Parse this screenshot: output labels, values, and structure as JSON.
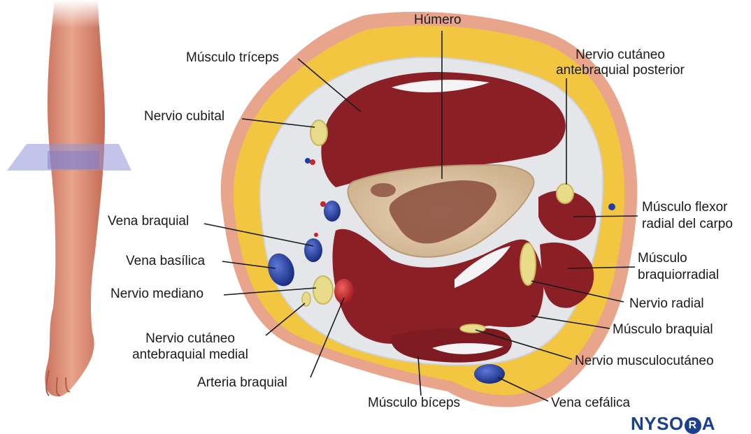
{
  "labels": {
    "humero": "Húmero",
    "triceps": "Músculo tríceps",
    "cutaneo_post_1": "Nervio cutáneo",
    "cutaneo_post_2": "antebraquial posterior",
    "cubital": "Nervio cubital",
    "flexor_1": "Músculo flexor",
    "flexor_2": "radial del carpo",
    "vena_braquial": "Vena braquial",
    "braquiorradial_1": "Músculo",
    "braquiorradial_2": "braquiorradial",
    "vena_basilica": "Vena basílica",
    "mediano": "Nervio mediano",
    "radial": "Nervio radial",
    "cutaneo_med_1": "Nervio cutáneo",
    "cutaneo_med_2": "antebraquial medial",
    "braquial": "Músculo braquial",
    "musculocutaneo": "Nervio musculocutáneo",
    "arteria": "Arteria braquial",
    "biceps": "Músculo bíceps",
    "cefalica": "Vena cefálica"
  },
  "logo": {
    "prefix": "NYSO",
    "ring_letter": "R",
    "suffix": "A"
  },
  "colors": {
    "skin": "#e9a48c",
    "fat": "#f2c640",
    "muscle": "#8b1f26",
    "bone_cortex": "#e6d2b4",
    "bone_marrow": "#8a4c3c",
    "fascia": "#e4e6ea",
    "vein": "#1f3fa6",
    "artery": "#c8242a",
    "nerve": "#e8dc8a",
    "plane": "#8f93d8",
    "brand": "#1d3f8f"
  }
}
